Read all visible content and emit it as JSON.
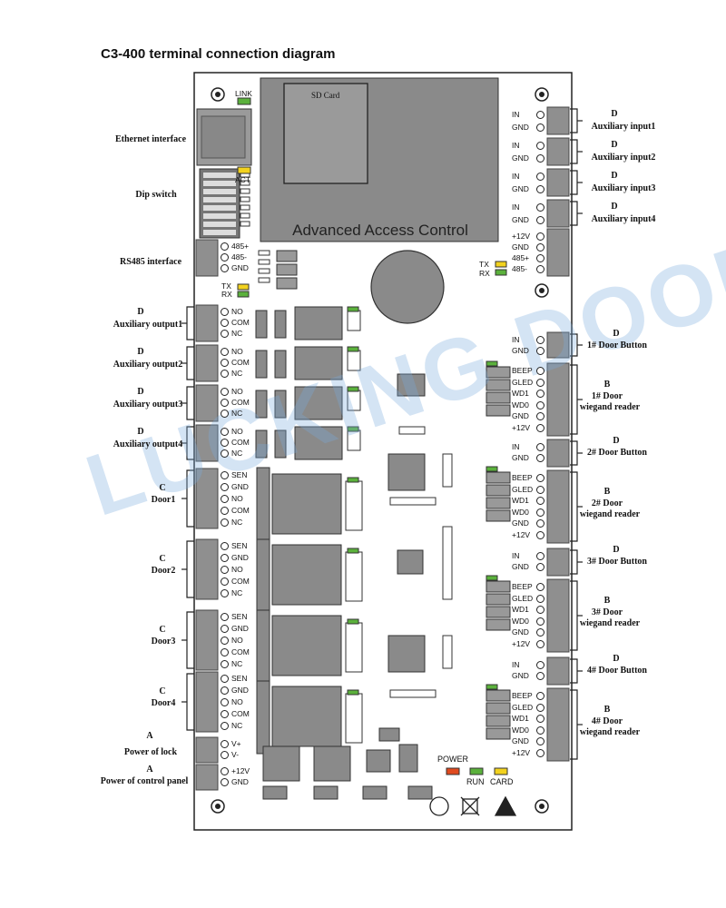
{
  "title": "C3-400 terminal connection diagram",
  "board_text": "Advanced Access Control",
  "sd_card": "SD Card",
  "watermark": "LUCKING DOOR",
  "left_labels": {
    "ethernet": "Ethernet interface",
    "dip": "Dip switch",
    "rs485": "RS485  interface",
    "aux_out": [
      {
        "letter": "D",
        "name": "Auxiliary output1"
      },
      {
        "letter": "D",
        "name": "Auxiliary output2"
      },
      {
        "letter": "D",
        "name": "Auxiliary output3"
      },
      {
        "letter": "D",
        "name": "Auxiliary output4"
      }
    ],
    "doors": [
      {
        "letter": "C",
        "name": "Door1"
      },
      {
        "letter": "C",
        "name": "Door2"
      },
      {
        "letter": "C",
        "name": "Door3"
      },
      {
        "letter": "C",
        "name": "Door4"
      }
    ],
    "power_lock": {
      "letter": "A",
      "name": "Power of lock"
    },
    "power_panel": {
      "letter": "A",
      "name": "Power of control panel"
    }
  },
  "right_labels": {
    "aux_in": [
      {
        "letter": "D",
        "name": "Auxiliary input1"
      },
      {
        "letter": "D",
        "name": "Auxiliary input2"
      },
      {
        "letter": "D",
        "name": "Auxiliary input3"
      },
      {
        "letter": "D",
        "name": "Auxiliary input4"
      }
    ],
    "door_buttons": [
      {
        "letter": "D",
        "name": "1# Door Button"
      },
      {
        "letter": "D",
        "name": "2# Door Button"
      },
      {
        "letter": "D",
        "name": "3# Door Button"
      },
      {
        "letter": "D",
        "name": "4# Door Button"
      }
    ],
    "readers": [
      {
        "letter": "B",
        "line1": "1# Door",
        "line2": "wiegand reader"
      },
      {
        "letter": "B",
        "line1": "2# Door",
        "line2": "wiegand reader"
      },
      {
        "letter": "B",
        "line1": "3# Door",
        "line2": "wiegand reader"
      },
      {
        "letter": "B",
        "line1": "4# Door",
        "line2": "wiegand reader"
      }
    ]
  },
  "terminals": {
    "link": "LINK",
    "act": "ACT",
    "rs485_pins": [
      "485+",
      "485-",
      "GND"
    ],
    "tx": "TX",
    "rx": "RX",
    "relay_pins": [
      "NO",
      "COM",
      "NC"
    ],
    "door_pins": [
      "SEN",
      "GND",
      "NO",
      "COM",
      "NC"
    ],
    "lock_power_pins": [
      "V+",
      "V-"
    ],
    "panel_power_pins": [
      "+12V",
      "GND"
    ],
    "aux_in_pins": [
      "IN",
      "GND"
    ],
    "ext_pins": [
      "+12V",
      "GND",
      "485+",
      "485-"
    ],
    "button_pins": [
      "IN",
      "GND"
    ],
    "reader_pins": [
      "BEEP",
      "GLED",
      "WD1",
      "WD0",
      "GND",
      "+12V"
    ],
    "status_leds": [
      "POWER",
      "RUN",
      "CARD"
    ]
  },
  "colors": {
    "green_led": "#5bb13c",
    "yellow_led": "#f2d21f",
    "red_led": "#e04a1f",
    "terminal_gray": "#8f8f8f",
    "board_outline": "#222222"
  }
}
